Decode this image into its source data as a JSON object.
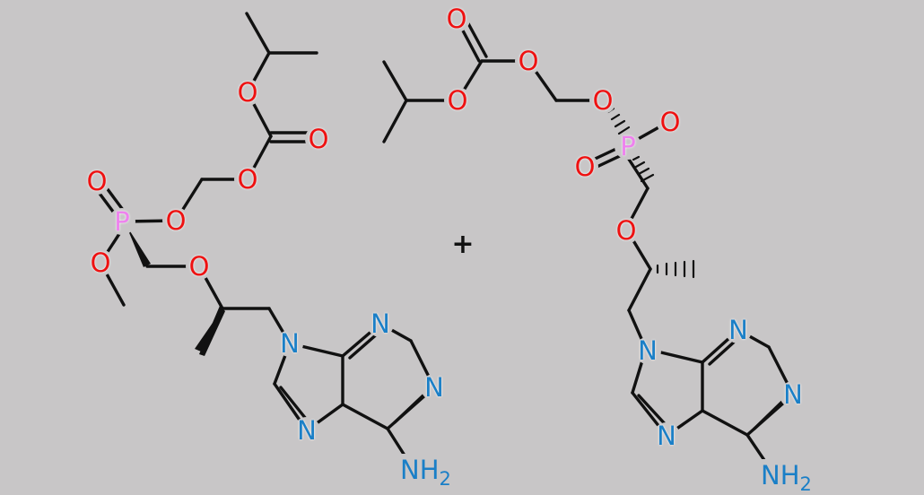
{
  "colors": {
    "background": "#c8c6c7",
    "bond": "#111111",
    "oxygen": "#ee1111",
    "nitrogen": "#1a7fc7",
    "phosphorus": "#ee82ee"
  },
  "plus_sign": "+",
  "atoms": {
    "O": "O",
    "N": "N",
    "P": "P",
    "NH": "NH",
    "sub2": "2"
  }
}
